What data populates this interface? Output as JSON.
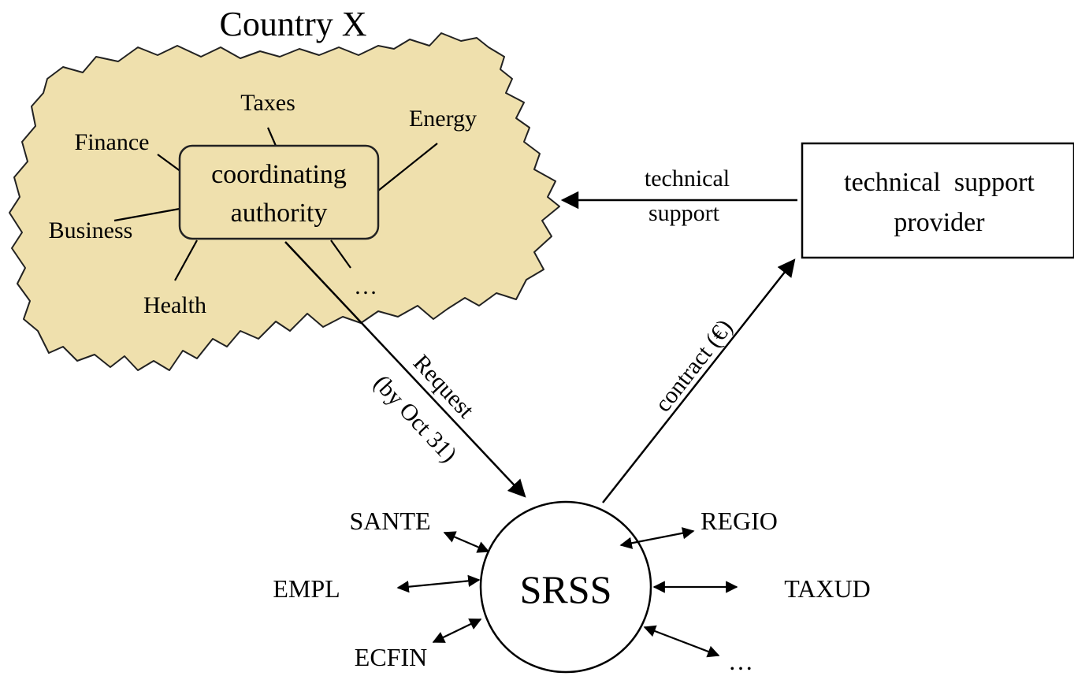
{
  "title": "Country X",
  "coordinating_authority": {
    "line1": "coordinating",
    "line2": "authority"
  },
  "domains": [
    {
      "label": "Taxes"
    },
    {
      "label": "Energy"
    },
    {
      "label": "Finance"
    },
    {
      "label": "Business"
    },
    {
      "label": "Health"
    },
    {
      "label": "…"
    }
  ],
  "technical_support_provider": {
    "line1": "technical  support",
    "line2": "provider"
  },
  "technical_support_link": {
    "line1": "technical",
    "line2": "support"
  },
  "request_link": {
    "line1": "Request",
    "line2": "(by Oct 31)"
  },
  "contract_link": {
    "label": "contract (€)"
  },
  "srss": {
    "label": "SRSS"
  },
  "dgs": [
    {
      "label": "SANTE"
    },
    {
      "label": "EMPL"
    },
    {
      "label": "ECFIN"
    },
    {
      "label": "REGIO"
    },
    {
      "label": "TAXUD"
    },
    {
      "label": "…"
    }
  ],
  "colors": {
    "map_fill": "#efe0ad",
    "stroke": "#000000",
    "background": "#ffffff"
  }
}
